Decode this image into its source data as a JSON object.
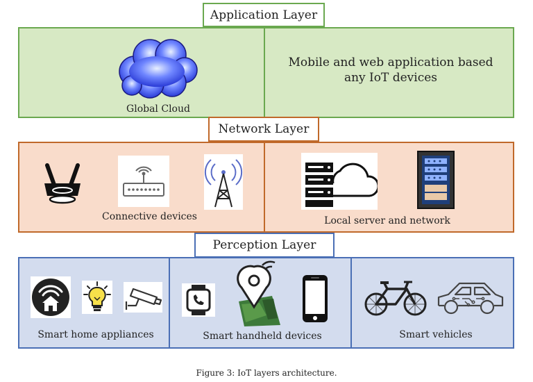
{
  "application_layer": {
    "label": "Application Layer",
    "global_cloud_label": "Global Cloud",
    "description": "Mobile and web application based any IoT devices"
  },
  "network_layer": {
    "label": "Network Layer",
    "connective_label": "Connective devices",
    "local_label": "Local server and network"
  },
  "perception_layer": {
    "label": "Perception Layer",
    "home_label": "Smart home appliances",
    "handheld_label": "Smart handheld devices",
    "vehicles_label": "Smart vehicles"
  },
  "caption": "Figure 3: IoT layers architecture.",
  "colors": {
    "application_fill": "#d7e9c4",
    "application_border": "#6aa84f",
    "network_fill": "#f9dccb",
    "network_border": "#c0692a",
    "perception_fill": "#d3dcee",
    "perception_border": "#4a6fb5"
  }
}
